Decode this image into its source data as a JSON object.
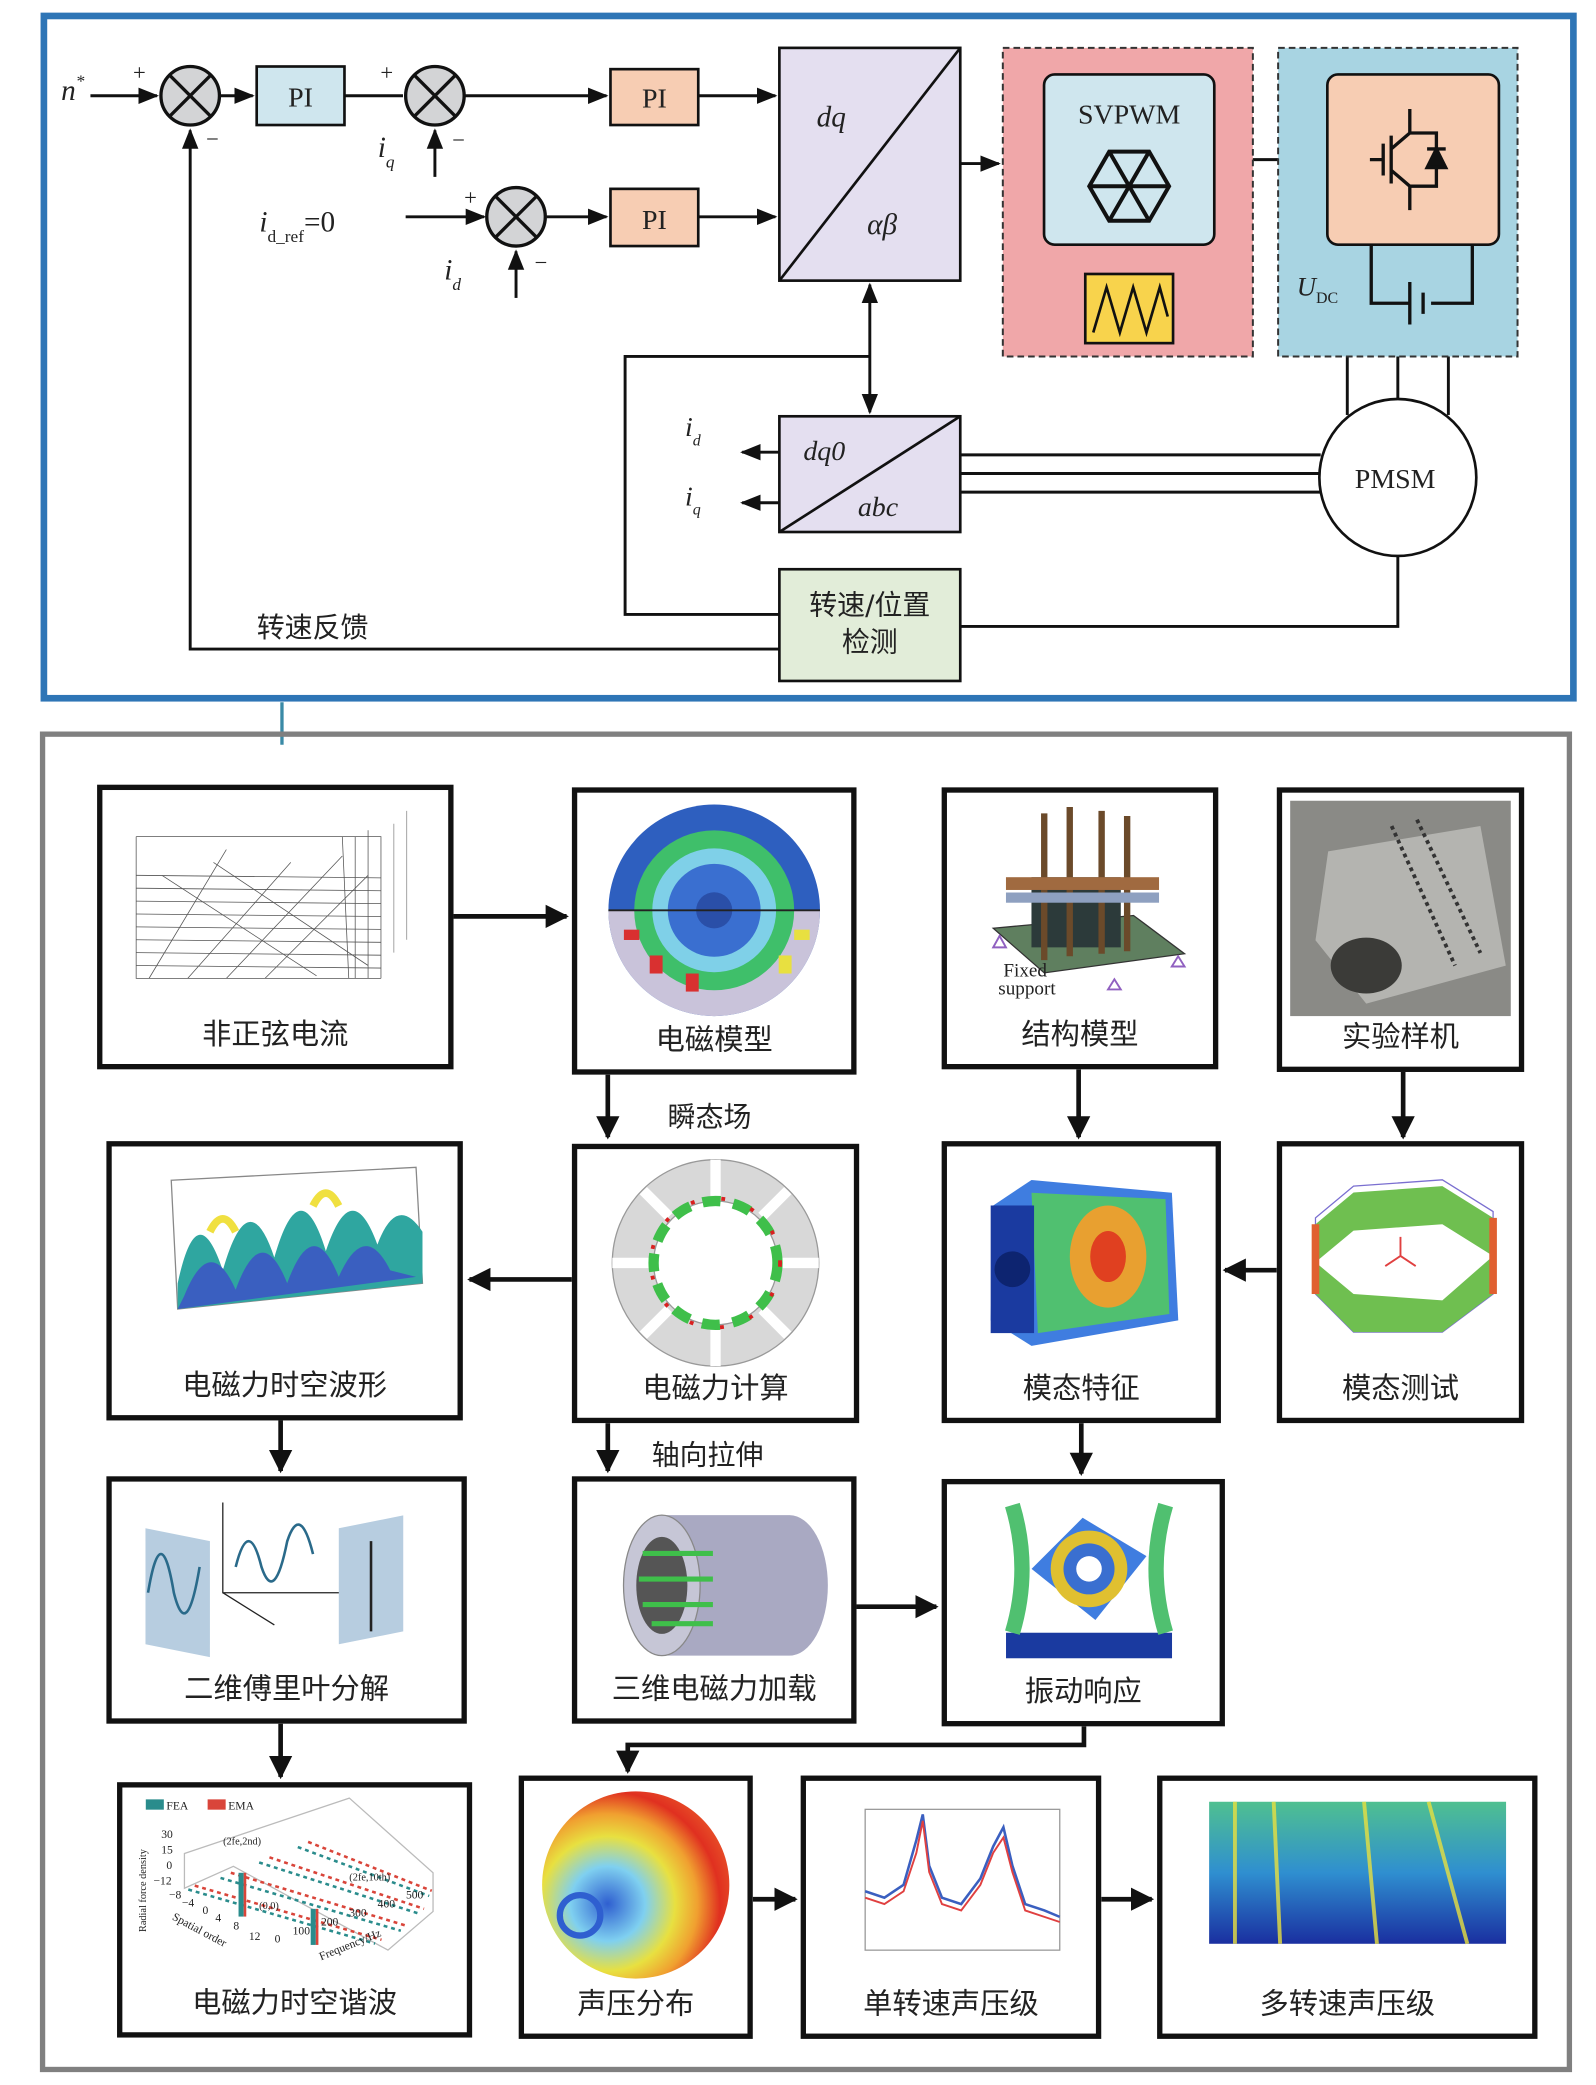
{
  "control": {
    "n_ref": "n",
    "n_ref_sup": "*",
    "plus": "+",
    "minus": "−",
    "pi_speed": "PI",
    "pi_q": "PI",
    "pi_d": "PI",
    "iq_label": "i",
    "iq_sub": "q",
    "id_ref_label": "i",
    "id_ref_sub": "d_ref",
    "id_ref_value": "=0",
    "id_label": "i",
    "id_sub": "d",
    "park_top": "dq",
    "park_bottom": "αβ",
    "svpwm": "SVPWM",
    "udc": "U",
    "udc_sub": "DC",
    "clarke_top": "dq0",
    "clarke_bottom": "abc",
    "out_id": "i",
    "out_id_sub": "d",
    "out_iq": "i",
    "out_iq_sub": "q",
    "pmsm": "PMSM",
    "speed_detect_line1": "转速/位置",
    "speed_detect_line2": "检测",
    "speed_feedback": "转速反馈"
  },
  "flow": {
    "boxes": {
      "nonsin_current": "非正弦电流",
      "em_model": "电磁模型",
      "struct_model": "结构模型",
      "prototype": "实验样机",
      "em_force_wave": "电磁力时空波形",
      "em_force_calc": "电磁力计算",
      "modal_feature": "模态特征",
      "modal_test": "模态测试",
      "fourier_2d": "二维傅里叶分解",
      "em_force_3d": "三维电磁力加载",
      "vibration": "振动响应",
      "em_harmonics": "电磁力时空谐波",
      "sound_pressure": "声压分布",
      "spl_single": "单转速声压级",
      "spl_multi": "多转速声压级"
    },
    "edge_labels": {
      "transient": "瞬态场",
      "axial": "轴向拉伸"
    },
    "struct_annot": {
      "line1": "Fixed",
      "line2": "support"
    },
    "harmonic_plot": {
      "legend": [
        "FEA",
        "EMA"
      ],
      "ylabel": "Radial force density",
      "z_ticks": [
        "30",
        "15",
        "0"
      ],
      "spatial_ticks": [
        "−12",
        "−8",
        "−4",
        "0",
        "4",
        "8",
        "12"
      ],
      "spatial_label": "Spatial order",
      "freq_ticks": [
        "0",
        "100",
        "200",
        "300",
        "400",
        "500"
      ],
      "freq_label": "Frequency/Hz",
      "annotations": [
        "(2fe,2nd)",
        "(0,0)",
        "(2fe,10th)"
      ]
    }
  },
  "colors": {
    "top_frame": "#2e75b6",
    "bottom_frame": "#808080",
    "connector": "#3a8aa6",
    "pi_speed": "#cfe6ee",
    "pi_current": "#f7cdb3",
    "transform": "#e4dff0",
    "svpwm_region": "#f0a7a9",
    "inverter_region": "#a8d4e2",
    "carrier": "#f8d34c",
    "detect": "#e2edd9",
    "fea": "#2a8c8c",
    "ema": "#d9453a"
  }
}
